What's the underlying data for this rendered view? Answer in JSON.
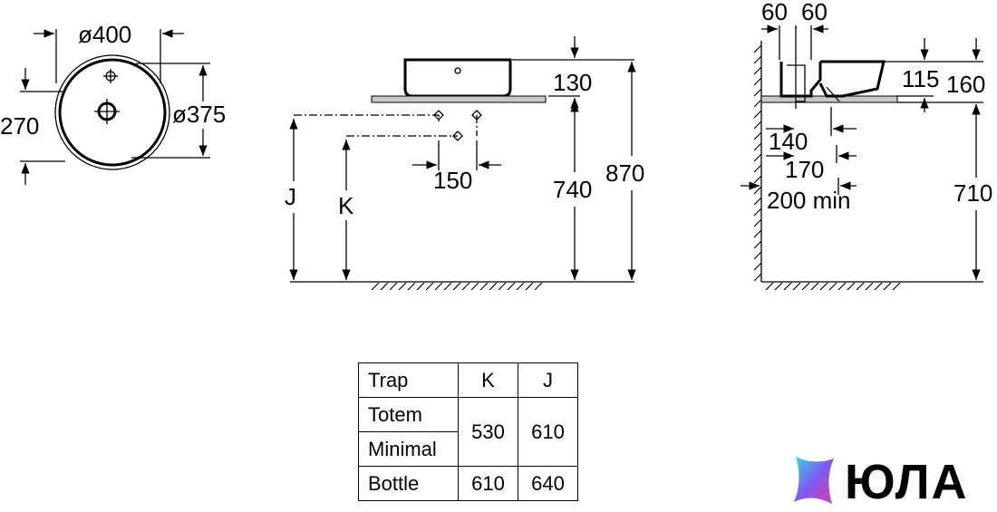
{
  "top_view": {
    "dia_outer": "ø400",
    "dia_inner": "ø375",
    "dim_left": "270"
  },
  "front_view": {
    "h_basin": "130",
    "h_counter": "740",
    "h_total": "870",
    "offset": "150",
    "label_j": "J",
    "label_k": "K"
  },
  "side_view": {
    "dim_60_a": "60",
    "dim_60_b": "60",
    "h_115": "115",
    "h_160": "160",
    "d_140": "140",
    "d_170": "170",
    "d_200": "200 min",
    "h_710": "710"
  },
  "table": {
    "header": [
      "Trap",
      "K",
      "J"
    ],
    "rows": [
      {
        "name": "Totem"
      },
      {
        "name": "Minimal"
      },
      {
        "name": "Bottle",
        "k": "610",
        "j": "640"
      }
    ],
    "merged": {
      "k": "530",
      "j": "610"
    }
  },
  "logo": {
    "text": "ЮЛА"
  }
}
